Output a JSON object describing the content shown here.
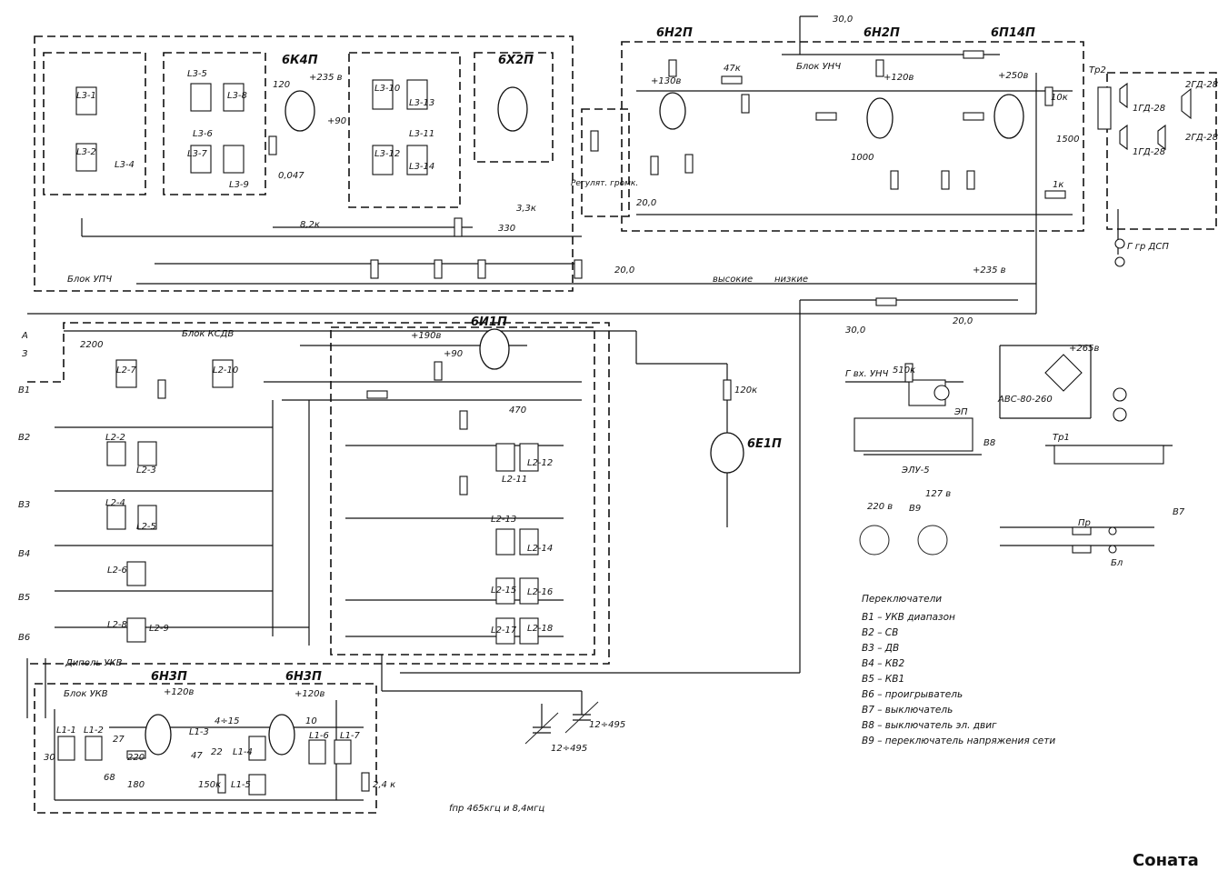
{
  "title": "Соната",
  "tubes": {
    "t1": "6К4П",
    "t2": "6Х2П",
    "t3": "6Н2П",
    "t4": "6Н2П",
    "t5": "6П14П",
    "t6": "6И1П",
    "t7": "6Е1П",
    "t8": "6Н3П",
    "t9": "6Н3П"
  },
  "blocks": {
    "upch": "Блок УПЧ",
    "unch": "Блок УНЧ",
    "ksdv": "Блок КСДВ",
    "ukv": "Блок УКВ"
  },
  "labels": {
    "dipole": "Диполь УКВ",
    "antenna": "А",
    "ground": "З",
    "highs": "высокие",
    "lows": "низкие",
    "volume": "Регулят. громк.",
    "gin": "Г вх. УНЧ",
    "ggr": "Г гр ДСП",
    "elu": "ЭЛУ-5",
    "ep": "ЭП",
    "tr1": "Тр1",
    "tr2": "Тр2",
    "avs": "АВС-80-260",
    "fpr": "fпр 465кгц и 8,4мгц",
    "speaker1": "2ГД-28",
    "speaker2": "1ГД-28",
    "speaker3": "1ГД-28",
    "speaker4": "2ГД-28",
    "v220": "220 в",
    "v127": "127 в",
    "b9": "В9",
    "b7": "В7",
    "b8": "В8",
    "bl": "Бл",
    "pr": "Пр"
  },
  "switches": {
    "heading": "Переключатели",
    "items": [
      "В1 – УКВ диапазон",
      "В2 – СВ",
      "В3 – ДВ",
      "В4 – КВ2",
      "В5 – КВ1",
      "В6 – проигрыватель",
      "В7 – выключатель",
      "В8 – выключатель эл. двиг",
      "В9 – переключатель напряжения сети"
    ]
  },
  "values": {
    "v235a": "+235 в",
    "v235b": "+235 в",
    "v250": "+250в",
    "v130": "+130в",
    "v120": "+120в",
    "v190": "+190в",
    "v90a": "+90",
    "v90b": "+90",
    "v265": "+265в",
    "v120u": "+120в",
    "v120v": "+120в",
    "c300": "30,0",
    "c30b": "30,0",
    "c20a": "20,0",
    "c20b": "20,0",
    "c20c": "20,0",
    "c2200": "2200",
    "c1500": "1500",
    "c1000": "1000",
    "r10k": "10к",
    "r1k": "1к",
    "r47k": "47к",
    "r120k": "120к",
    "r510k": "510к",
    "c470": "470",
    "c330": "330",
    "r33k": "3,3к",
    "c120": "120",
    "c047": "0,047",
    "r82k": "8,2к",
    "c12495a": "12÷495",
    "c12495b": "12÷495",
    "r24k": "2,4 к",
    "r150k": "150к",
    "c68": "68",
    "c180": "180",
    "c220": "220",
    "c27": "27",
    "c22": "22",
    "c415": "4÷15",
    "c47": "47",
    "c10": "10",
    "c30": "30"
  },
  "coils": {
    "l31": "L3-1",
    "l32": "L3-2",
    "l34": "L3-4",
    "l35": "L3-5",
    "l36": "L3-6",
    "l37": "L3-7",
    "l38": "L3-8",
    "l39": "L3-9",
    "l310": "L3-10",
    "l311": "L3-11",
    "l312": "L3-12",
    "l313": "L3-13",
    "l314": "L3-14",
    "l27": "L2-7",
    "l210": "L2-10",
    "l22": "L2-2",
    "l23": "L2-3",
    "l24": "L2-4",
    "l25": "L2-5",
    "l26": "L2-6",
    "l28": "L2-8",
    "l29": "L2-9",
    "l211": "L2-11",
    "l212": "L2-12",
    "l213": "L2-13",
    "l214": "L2-14",
    "l215": "L2-15",
    "l216": "L2-16",
    "l217": "L2-17",
    "l218": "L2-18",
    "l11": "L1-1",
    "l12": "L1-2",
    "l13": "L1-3",
    "l14": "L1-4",
    "l15": "L1-5",
    "l16": "L1-6",
    "l17": "L1-7"
  },
  "rows": [
    "В1",
    "В2",
    "В3",
    "В4",
    "В5",
    "В6"
  ]
}
